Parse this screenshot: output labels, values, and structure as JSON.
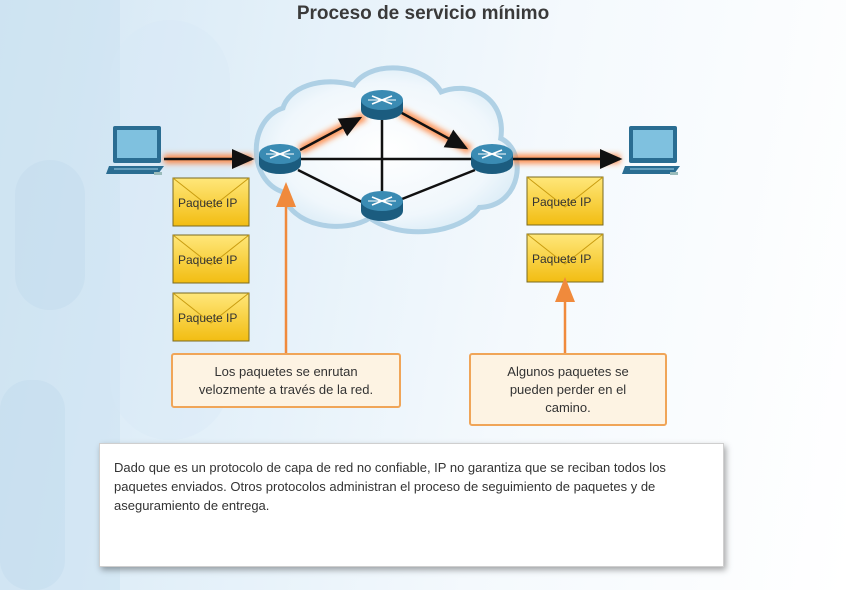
{
  "title": "Proceso de servicio mínimo",
  "packets": {
    "label": "Paquete IP"
  },
  "callouts": {
    "left": "Los paquetes se enrutan velozmente a través de la red.",
    "right": "Algunos paquetes se pueden perder en el camino."
  },
  "info_text": "Dado que es un protocolo de capa de red no confiable, IP no garantiza que se reciban todos los paquetes enviados. Otros protocolos administran el proceso de seguimiento de paquetes y de aseguramiento de entrega.",
  "colors": {
    "accent_orange": "#f0a558",
    "packet_yellow": "#f5c518",
    "router_blue": "#2f7da3",
    "cloud": "#ddeef7"
  }
}
